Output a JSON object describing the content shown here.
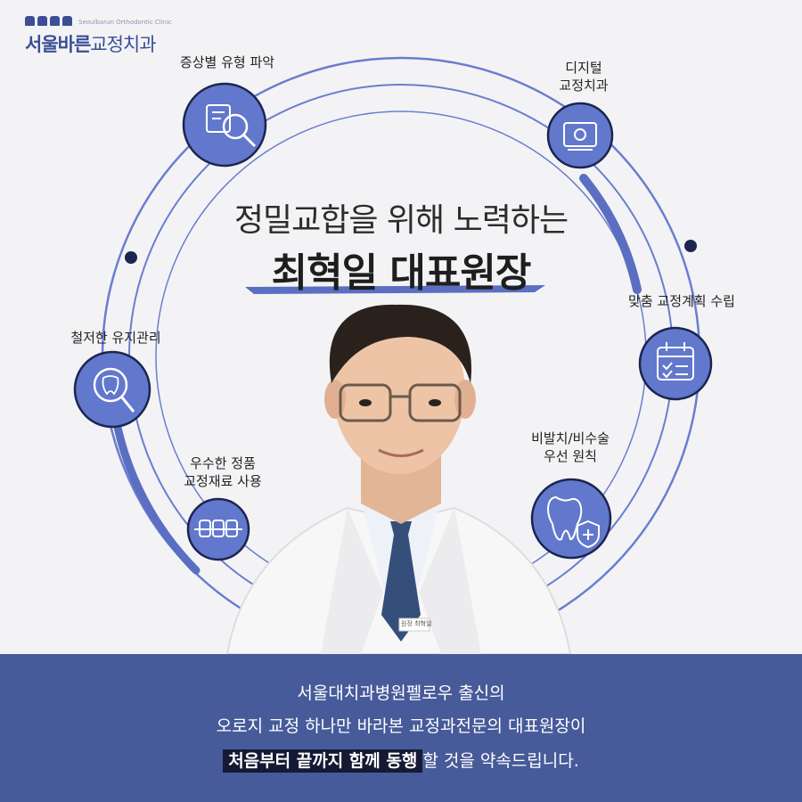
{
  "brand": {
    "name_bold": "서울바른",
    "name_light": "교정치과",
    "name_en": "Seoulbarun Orthodontic Clinic"
  },
  "headline": {
    "line1": "정밀교합을 위해 노력하는",
    "line2": "최혁일 대표원장"
  },
  "features": [
    {
      "label": "증상별 유형 파악",
      "icon": "document-search-icon"
    },
    {
      "label": "디지털\n교정치과",
      "icon": "digital-scanner-icon"
    },
    {
      "label": "맞춤 교정계획 수립",
      "icon": "calendar-checklist-icon"
    },
    {
      "label": "비발치/비수술\n우선 원칙",
      "icon": "tooth-shield-icon"
    },
    {
      "label": "우수한 정품\n교정재료 사용",
      "icon": "braces-icon"
    },
    {
      "label": "철저한 유지관리",
      "icon": "tooth-magnifier-icon"
    }
  ],
  "photo": {
    "badge": "원장 최혁일"
  },
  "footer": {
    "line1": "서울대치과병원펠로우 출신의",
    "line2": "오로지 교정 하나만 바라본 교정과전문의 대표원장이",
    "promise_highlight": "처음부터 끝까지 함께 동행",
    "promise_rest": "할 것을 약속드립니다."
  },
  "colors": {
    "accent": "#5a6fc2",
    "circle_fill": "#6278cc",
    "footer_bg": "#475a99",
    "highlight_bg": "#141a33"
  }
}
